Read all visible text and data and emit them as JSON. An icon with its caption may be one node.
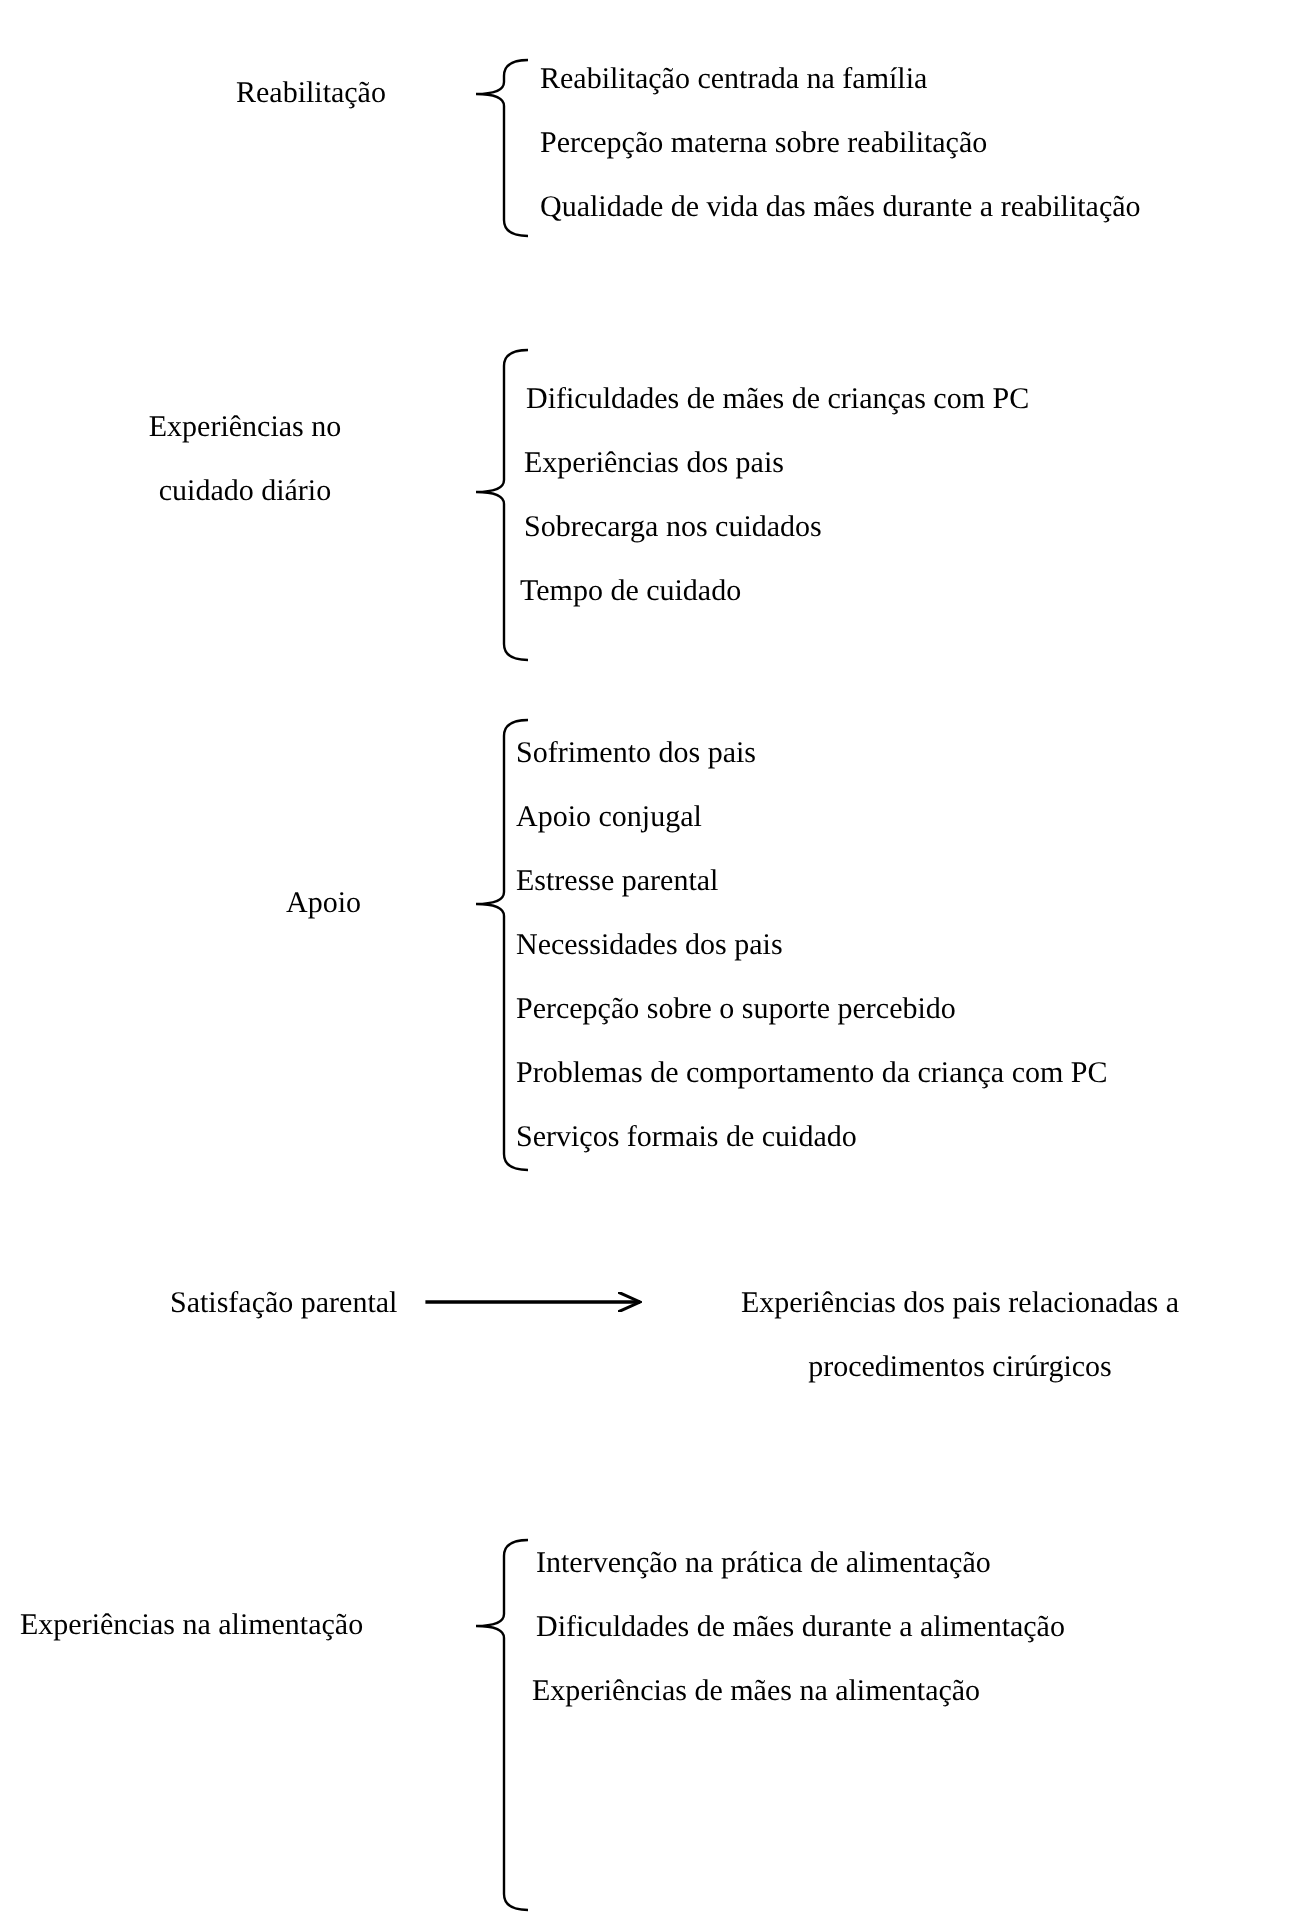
{
  "diagram": {
    "nodes": [
      {
        "text": [
          "Satisfação parental"
        ]
      },
      {
        "text": [
          "Experiências dos pais relacionadas a procedimentos cirúrgicos"
        ]
      }
    ],
    "edges": [
      {
        "from": 0,
        "to": 1,
        "arrow": "to"
      }
    ],
    "labels": [
      "Reabilitação",
      "Reabilitação centrada na família",
      "Percepção materna sobre reabilitação",
      "Qualidade de vida das mães durante a reabilitação",
      "Experiências no cuidado diário",
      "Dificuldades de mães de crianças com PC",
      "Experiências dos pais",
      "Sobrecarga nos cuidados",
      "Tempo de cuidado",
      "Apoio",
      "Sofrimento dos pais",
      "Apoio conjugal",
      "Estresse parental",
      "Necessidades dos pais",
      "Percepção sobre o suporte percebido",
      "Problemas de comportamento da criança com PC",
      "Serviços formais de cuidado",
      "Experiências na alimentação",
      "Intervenção na prática de alimentação",
      "Dificuldades de mães durante a alimentação",
      "Experiências de mães na alimentação"
    ]
  }
}
